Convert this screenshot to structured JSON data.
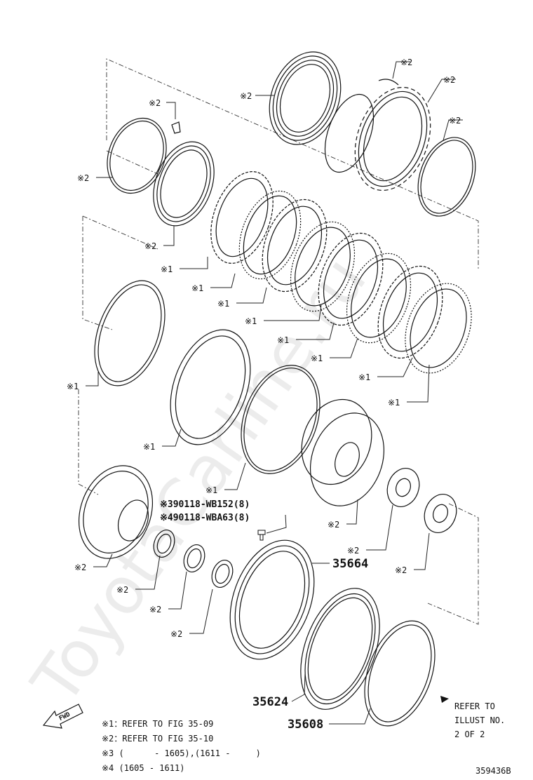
{
  "mark2": "※2",
  "mark1": "※1",
  "parts": {
    "p90118_wb152": "※390118-WB152(8)",
    "p90118_wba63": "※490118-WBA63(8)",
    "p35664": "35664",
    "p35624": "35624",
    "p35608": "35608"
  },
  "refer": {
    "line1": "REFER TO",
    "line2": "ILLUST NO.",
    "line3": "2 OF 2"
  },
  "fwd": "FWD",
  "legend": {
    "l1": "※1：REFER TO FIG 35-09",
    "l2": "※2：REFER TO FIG 35-10",
    "l3": "※3 (      - 1605),(1611 -     )",
    "l4": "※4 (1605 - 1611)"
  },
  "figure_code": "359436B",
  "watermark": "ToyotaCarline.ru"
}
